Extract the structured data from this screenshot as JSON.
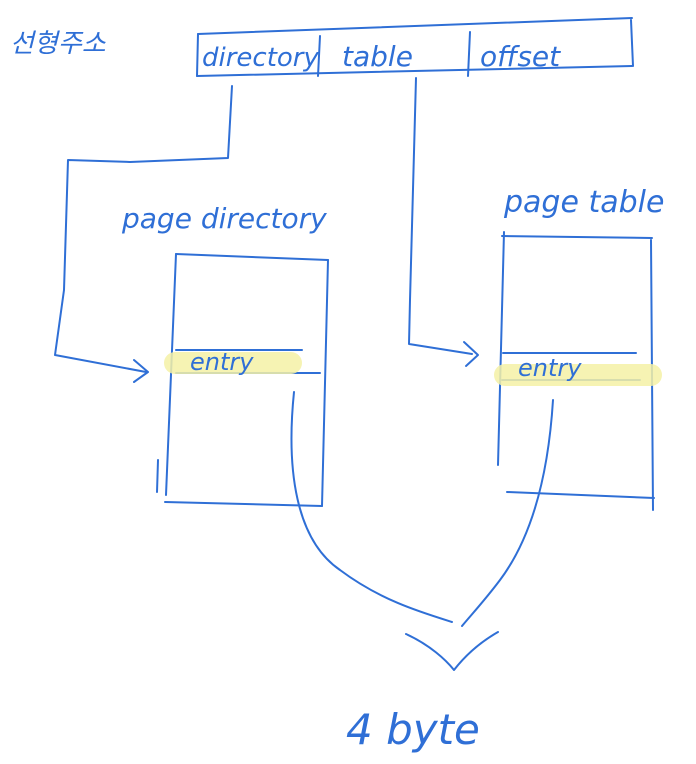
{
  "labels": {
    "linear_address": "선형주소",
    "field_directory": "directory",
    "field_table": "table",
    "field_offset": "offset",
    "page_directory_title": "page directory",
    "page_table_title": "page table",
    "directory_entry": "entry",
    "table_entry": "entry",
    "entry_size": "4 byte"
  },
  "colors": {
    "ink": "#2f6fd6",
    "highlight": "#f4f1a6"
  }
}
